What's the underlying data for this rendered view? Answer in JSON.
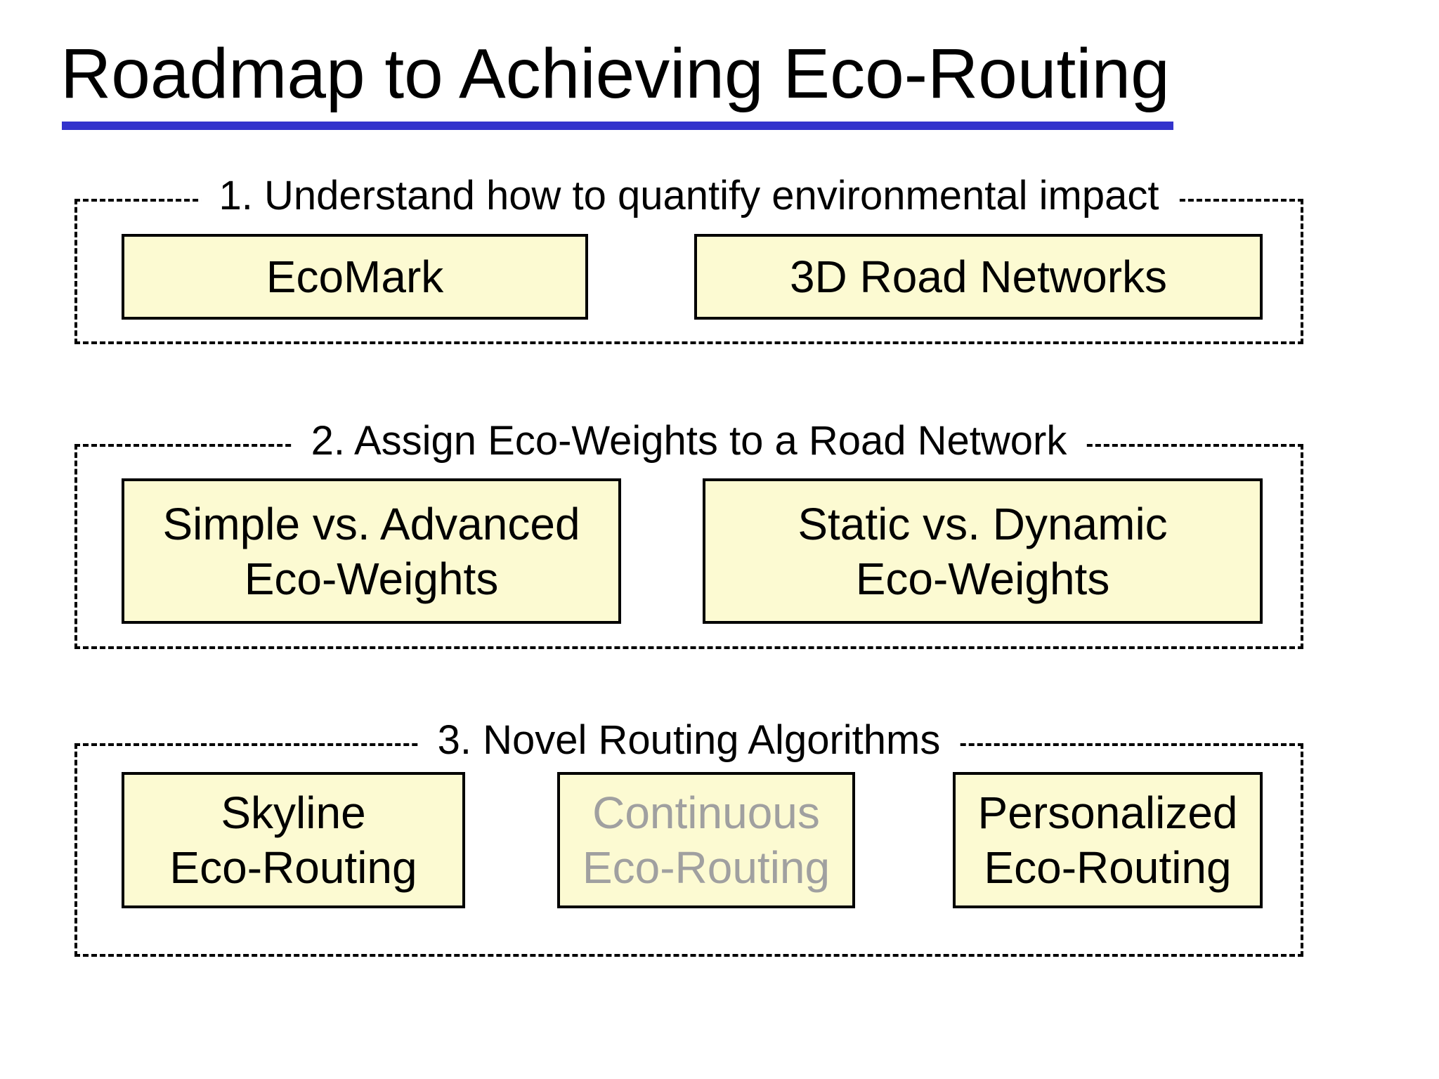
{
  "title": "Roadmap to Achieving Eco-Routing",
  "colors": {
    "accent_blue": "#3333CC",
    "box_fill": "#FCFAD2",
    "box_border": "#000000",
    "text": "#000000",
    "disabled_text": "#A0A0A0"
  },
  "sections": [
    {
      "label": "1. Understand how to quantify environmental impact",
      "boxes": [
        {
          "lines": [
            "EcoMark"
          ],
          "state": "active"
        },
        {
          "lines": [
            "3D Road Networks"
          ],
          "state": "active"
        }
      ]
    },
    {
      "label": "2. Assign Eco-Weights to a Road Network",
      "boxes": [
        {
          "lines": [
            "Simple vs. Advanced",
            "Eco-Weights"
          ],
          "state": "active"
        },
        {
          "lines": [
            "Static vs. Dynamic",
            "Eco-Weights"
          ],
          "state": "active"
        }
      ]
    },
    {
      "label": "3. Novel Routing Algorithms",
      "boxes": [
        {
          "lines": [
            "Skyline",
            "Eco-Routing"
          ],
          "state": "active"
        },
        {
          "lines": [
            "Continuous",
            "Eco-Routing"
          ],
          "state": "inactive"
        },
        {
          "lines": [
            "Personalized",
            "Eco-Routing"
          ],
          "state": "active"
        }
      ]
    }
  ]
}
